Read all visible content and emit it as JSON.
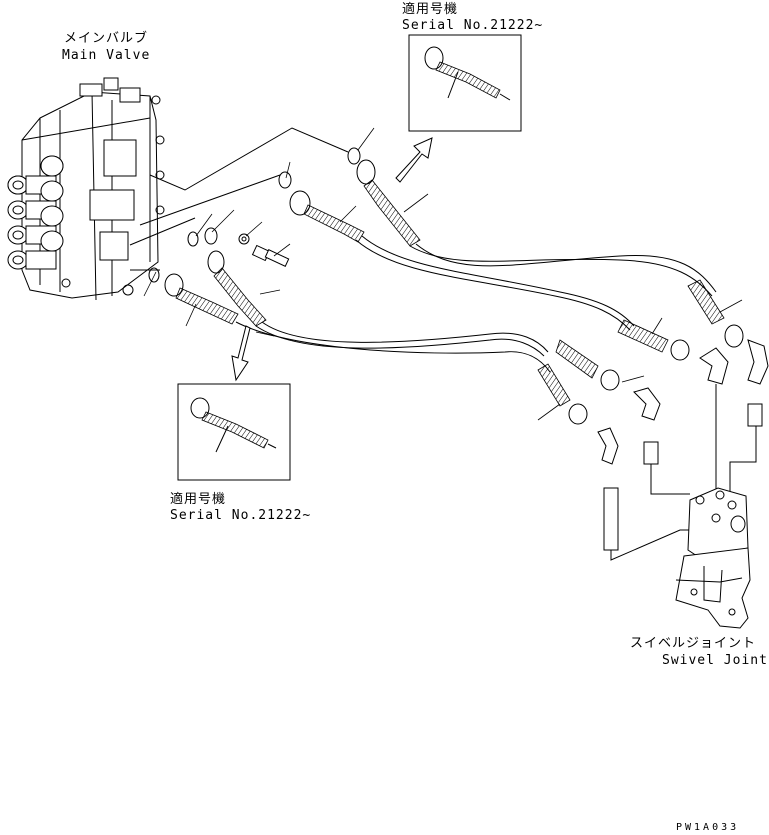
{
  "labels": {
    "main_valve_jp": "メインバルブ",
    "main_valve_en": "Main Valve",
    "serial_top_jp": "適用号機",
    "serial_top_en": "Serial No.21222~",
    "serial_bottom_jp": "適用号機",
    "serial_bottom_en": "Serial No.21222~",
    "swivel_jp": "スイベルジョイント",
    "swivel_en": "Swivel Joint",
    "drawing_code": "PW1A033"
  },
  "colors": {
    "line": "#000000",
    "background": "#ffffff"
  }
}
